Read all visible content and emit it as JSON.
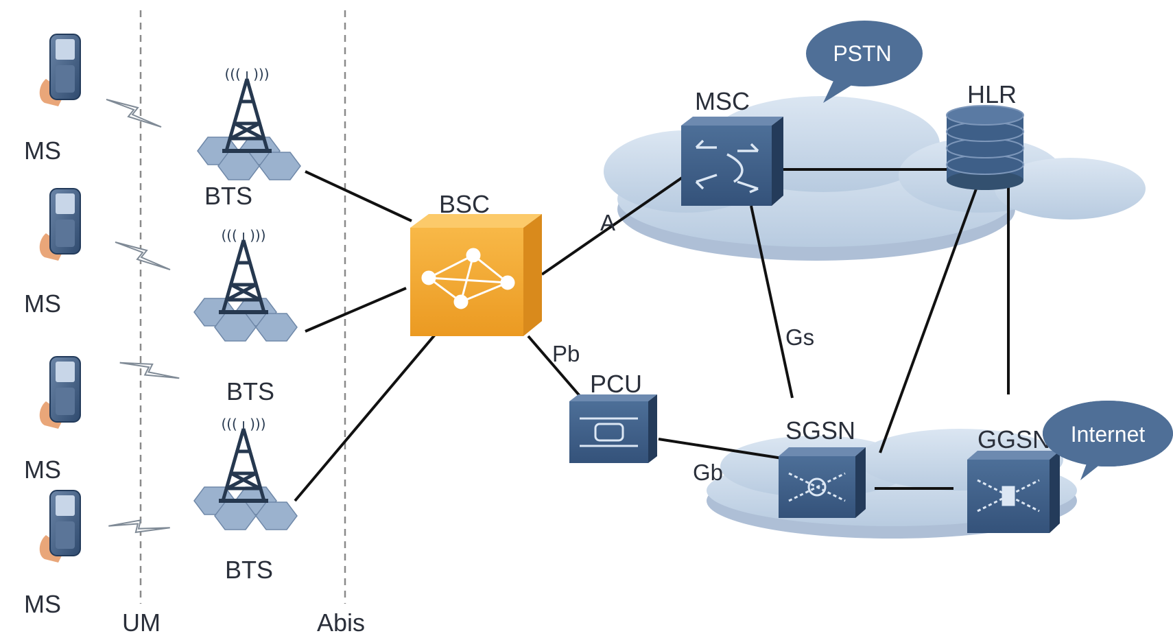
{
  "labels": {
    "ms": [
      "MS",
      "MS",
      "MS",
      "MS"
    ],
    "bts": [
      "BTS",
      "BTS",
      "BTS"
    ],
    "um": "UM",
    "abis": "Abis",
    "bsc": "BSC",
    "pcu": "PCU",
    "msc": "MSC",
    "hlr": "HLR",
    "sgsn": "SGSN",
    "ggsn": "GGSN",
    "pstn": "PSTN",
    "internet": "Internet"
  },
  "interfaces": {
    "a": "A",
    "pb": "Pb",
    "gs": "Gs",
    "gb": "Gb"
  },
  "colors": {
    "bsc_orange": "#f3a531",
    "device_blue": "#3e5f88",
    "cloud_fill": "#c9d9ea",
    "bubble_blue": "#4f6f97",
    "hex_blue": "#9db3cf",
    "tower_dark": "#26384f"
  }
}
